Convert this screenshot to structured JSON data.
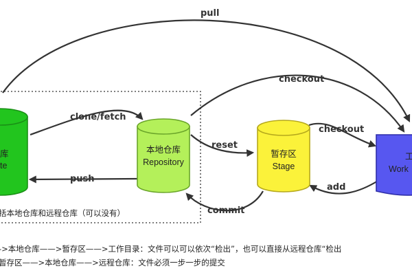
{
  "nodes": {
    "remote": {
      "line1": "库",
      "line2": "te",
      "fill": "#22c51e",
      "stroke": "#1a8f16"
    },
    "local": {
      "line1": "本地仓库",
      "line2": "Repository",
      "fill": "#b4f05a",
      "stroke": "#6aa52a"
    },
    "stage": {
      "line1": "暂存区",
      "line2": "Stage",
      "fill": "#fbf23a",
      "stroke": "#b5a81c"
    },
    "workspace": {
      "line1": "工",
      "line2": "Work",
      "fill": "#5757f0",
      "stroke": "#2e2ea8"
    }
  },
  "edges": {
    "pull": "pull",
    "checkout_top": "checkout",
    "clone_fetch": "clone/fetch",
    "reset": "reset",
    "checkout_mid": "checkout",
    "push": "push",
    "add": "add",
    "commit": "commit"
  },
  "group_label": "括本地仓库和远程仓库（可以没有）",
  "notes": {
    "line1": "->本地仓库——>暂存区——>工作目录：文件可以可以依次“检出”，也可以直接从远程仓库“检出",
    "line2": "暂存区——>本地仓库——>远程仓库：文件必须一步一步的提交"
  }
}
